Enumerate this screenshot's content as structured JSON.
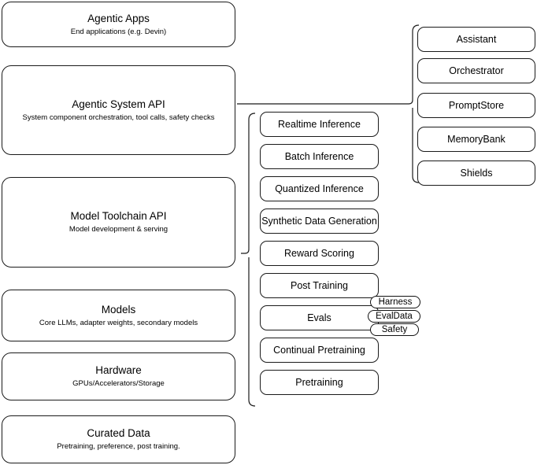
{
  "diagram": {
    "title": "AI Stack Architecture Diagram",
    "colors": {
      "stroke": "#1a1a1a",
      "background": "#ffffff",
      "text": "#000000"
    }
  },
  "stack_layers": [
    {
      "title": "Agentic Apps",
      "subtitle": "End applications (e.g. Devin)"
    },
    {
      "title": "Agentic System API",
      "subtitle": "System component orchestration, tool calls, safety checks"
    },
    {
      "title": "Model Toolchain API",
      "subtitle": "Model development & serving"
    },
    {
      "title": "Models",
      "subtitle": "Core LLMs, adapter weights, secondary models"
    },
    {
      "title": "Hardware",
      "subtitle": "GPUs/Accelerators/Storage"
    },
    {
      "title": "Curated Data",
      "subtitle": "Pretraining, preference, post training."
    }
  ],
  "toolchain_capabilities": [
    {
      "label": "Realtime Inference"
    },
    {
      "label": "Batch Inference"
    },
    {
      "label": "Quantized Inference"
    },
    {
      "label": "Synthetic Data Generation"
    },
    {
      "label": "Reward Scoring"
    },
    {
      "label": "Post Training"
    },
    {
      "label": "Evals"
    },
    {
      "label": "Continual Pretraining"
    },
    {
      "label": "Pretraining"
    }
  ],
  "eval_badges": [
    {
      "label": "Harness"
    },
    {
      "label": "EvalData"
    },
    {
      "label": "Safety"
    }
  ],
  "agentic_components": [
    {
      "label": "Assistant"
    },
    {
      "label": "Orchestrator"
    },
    {
      "label": "PromptStore"
    },
    {
      "label": "MemoryBank"
    },
    {
      "label": "Shields"
    }
  ]
}
